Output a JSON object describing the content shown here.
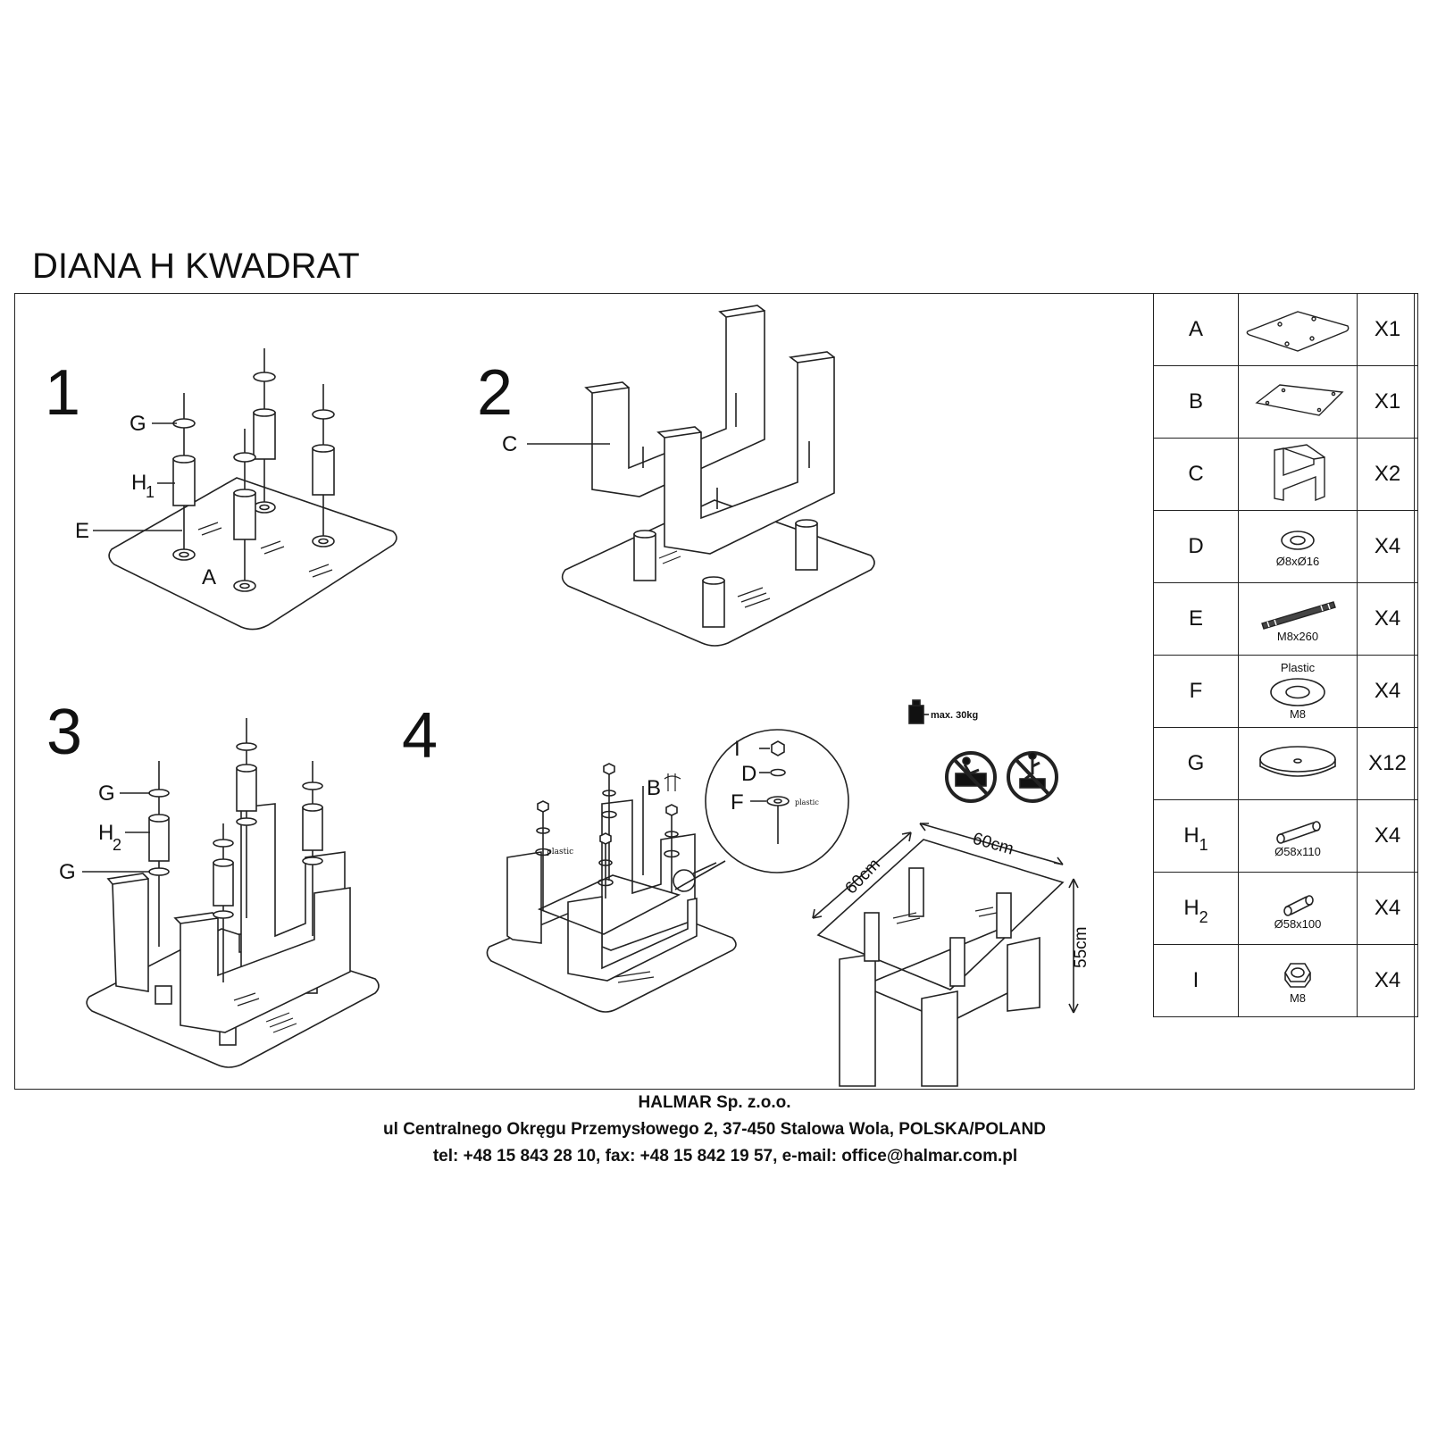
{
  "title": "DIANA H KWADRAT",
  "steps": {
    "s1": "1",
    "s2": "2",
    "s3": "3",
    "s4": "4"
  },
  "labels": {
    "G": "G",
    "H": "H",
    "sub1": "1",
    "sub2": "2",
    "E": "E",
    "A": "A",
    "C": "C",
    "B": "B",
    "I": "I",
    "D": "D",
    "F": "F",
    "plastic": "plastic",
    "max_load": "max. 30kg",
    "dim_width": "60cm",
    "dim_depth": "60cm",
    "dim_height": "55cm"
  },
  "parts": [
    {
      "letter": "A",
      "qty": "X1",
      "icon": "glass-top-icon"
    },
    {
      "letter": "B",
      "qty": "X1",
      "icon": "glass-shelf-icon"
    },
    {
      "letter": "C",
      "qty": "X2",
      "icon": "u-frame-icon"
    },
    {
      "letter": "D",
      "qty": "X4",
      "icon": "washer-icon",
      "spec": "Ø8xØ16"
    },
    {
      "letter": "E",
      "qty": "X4",
      "icon": "threaded-rod-icon",
      "spec": "M8x260"
    },
    {
      "letter": "F",
      "qty": "X4",
      "icon": "plastic-washer-icon",
      "spec_above": "Plastic",
      "spec": "M8"
    },
    {
      "letter": "G",
      "qty": "X12",
      "icon": "disc-icon"
    },
    {
      "letter": "H",
      "sub": "1",
      "qty": "X4",
      "icon": "tube-long-icon",
      "spec": "Ø58x110"
    },
    {
      "letter": "H",
      "sub": "2",
      "qty": "X4",
      "icon": "tube-short-icon",
      "spec": "Ø58x100"
    },
    {
      "letter": "I",
      "qty": "X4",
      "icon": "nut-icon",
      "spec": "M8"
    }
  ],
  "footer": {
    "company": "HALMAR Sp. z.o.o.",
    "address": "ul Centralnego Okręgu Przemysłowego 2, 37-450 Stalowa Wola, POLSKA/POLAND",
    "contact": "tel: +48 15 843 28 10, fax: +48 15 842 19 57, e-mail: office@halmar.com.pl"
  }
}
